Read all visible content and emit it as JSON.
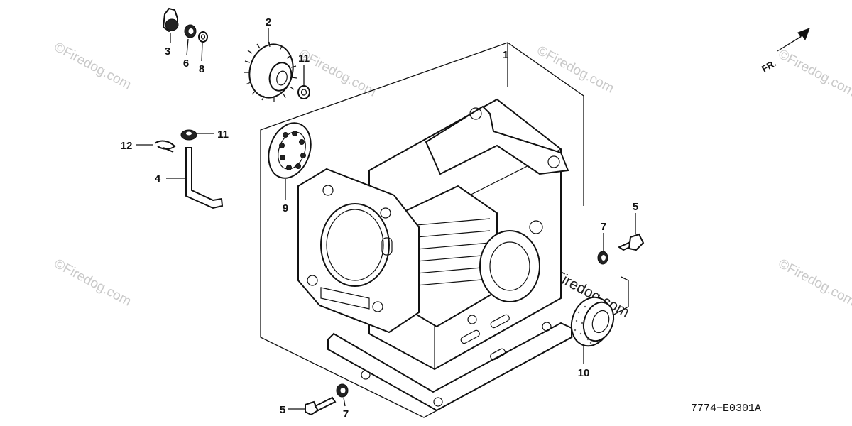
{
  "callouts": {
    "p1": "1",
    "p2": "2",
    "p3": "3",
    "p4": "4",
    "p5_right": "5",
    "p5_bottom": "5",
    "p6": "6",
    "p7_right": "7",
    "p7_bottom": "7",
    "p8": "8",
    "p9": "9",
    "p10": "10",
    "p11_top": "11",
    "p11_mid": "11",
    "p12": "12"
  },
  "diagram_code": "7774−E0301A",
  "front_marker": "FR.",
  "watermark": {
    "text": "©Firedog.com"
  },
  "colors": {
    "line": "#111111",
    "watermark": "#c9c9c9",
    "background": "#ffffff"
  }
}
